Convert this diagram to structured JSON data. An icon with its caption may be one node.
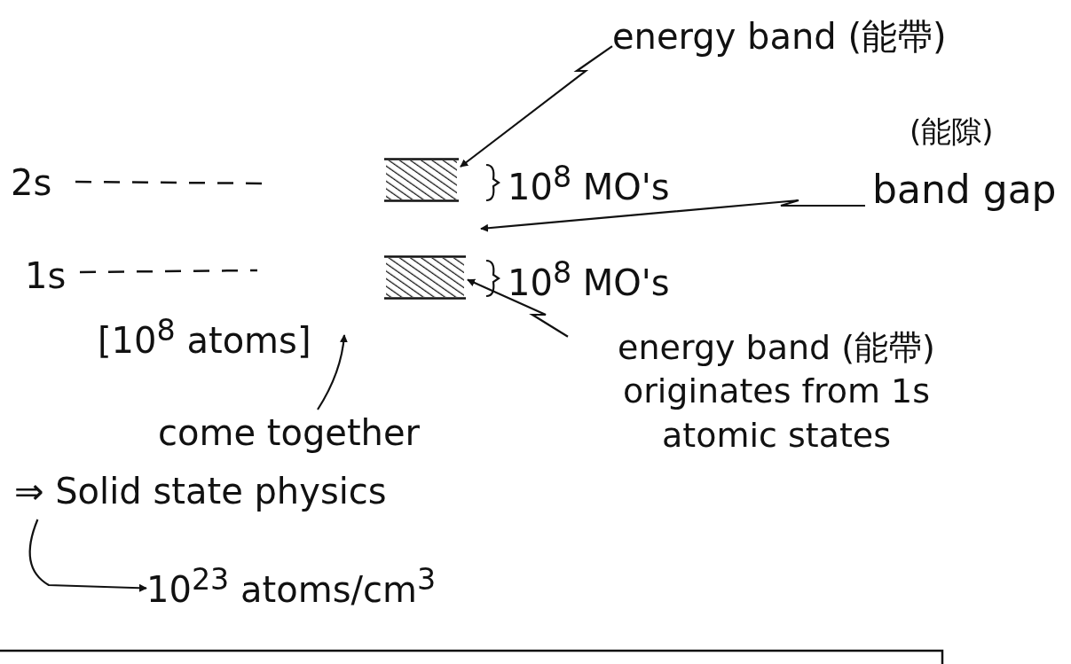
{
  "diagram": {
    "nodes": [
      {
        "text": [
          "2s"
        ]
      },
      {
        "text": [
          "1s"
        ]
      },
      {
        "text": [],
        "shape": "box"
      },
      {
        "text": [],
        "shape": "box"
      },
      {
        "text": [
          "energy band (能帶)"
        ]
      },
      {
        "text": [
          "(能隙)",
          "band gap"
        ]
      },
      {
        "text": [
          "energy band (能帶) originates from 1s atomic states"
        ]
      },
      {
        "text": [
          "come together"
        ]
      },
      {
        "text": [
          "⇒ Solid state physics"
        ]
      },
      {
        "text": [
          "10$^{23}$ atoms/cm$^{3}$"
        ]
      }
    ],
    "edges": [
      {
        "from": 4,
        "to": 2,
        "arrow": "to"
      },
      {
        "from": 5,
        "to": null,
        "arrow": "to"
      },
      {
        "from": 6,
        "to": 3,
        "arrow": "to"
      },
      {
        "from": 7,
        "to": null,
        "arrow": "to"
      },
      {
        "from": 8,
        "to": 9,
        "arrow": "to"
      }
    ],
    "labels": [
      "10$^{8}$ MO's",
      "10$^{8}$ MO's",
      "[10$^{8}$ atoms]"
    ]
  }
}
